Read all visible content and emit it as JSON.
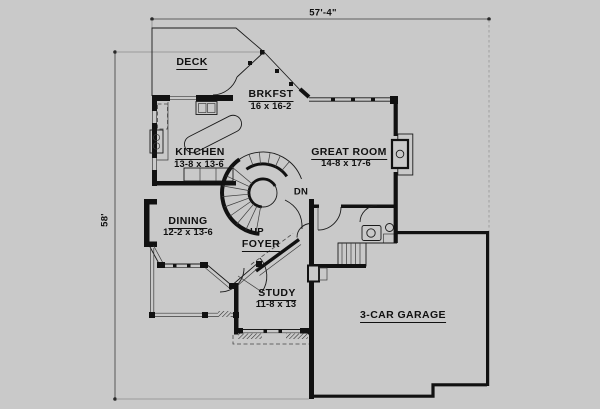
{
  "canvas": {
    "background": "#c9c9c9",
    "ink": "#141414"
  },
  "dimensions": {
    "top_width": "57'-4\"",
    "left_height": "58'"
  },
  "rooms": [
    {
      "name": "DECK"
    },
    {
      "name": "BRKFST",
      "dims": "16 x 16-2"
    },
    {
      "name": "KITCHEN",
      "dims": "13-8 x 13-6"
    },
    {
      "name": "GREAT ROOM",
      "dims": "14-8 x 17-6"
    },
    {
      "name": "DINING",
      "dims": "12-2 x 13-6"
    },
    {
      "name": "FOYER"
    },
    {
      "name": "STUDY",
      "dims": "11-8 x 13"
    },
    {
      "name": "3-CAR GARAGE"
    }
  ],
  "stairs": {
    "up_label": "UP",
    "down_label": "DN"
  }
}
